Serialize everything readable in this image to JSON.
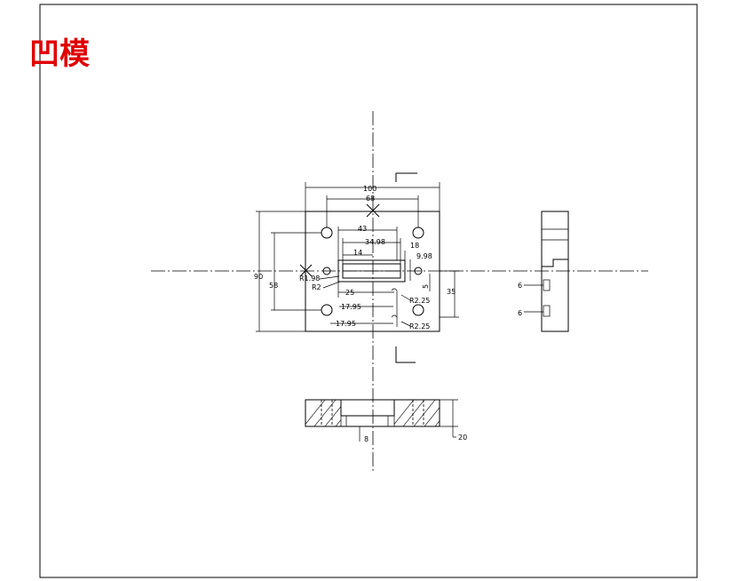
{
  "title": "凹模",
  "title_color": "#e00000",
  "dims": {
    "d100": "100",
    "d68": "68",
    "d43": "43",
    "d34_98": "34.98",
    "d18": "18",
    "d9_98": "9.98",
    "d14": "14",
    "d5": "5",
    "r1_98": "R1.98",
    "r2": "R2",
    "d25": "25",
    "d35": "35",
    "d90": "90",
    "d58": "58",
    "r2_25_a": "R2.25",
    "r2_25_b": "R2.25",
    "d17_95_a": "17.95",
    "d17_95_b": "17.95",
    "side_6_a": "6",
    "side_6_b": "6",
    "sec_8": "8",
    "sec_20": "20"
  }
}
